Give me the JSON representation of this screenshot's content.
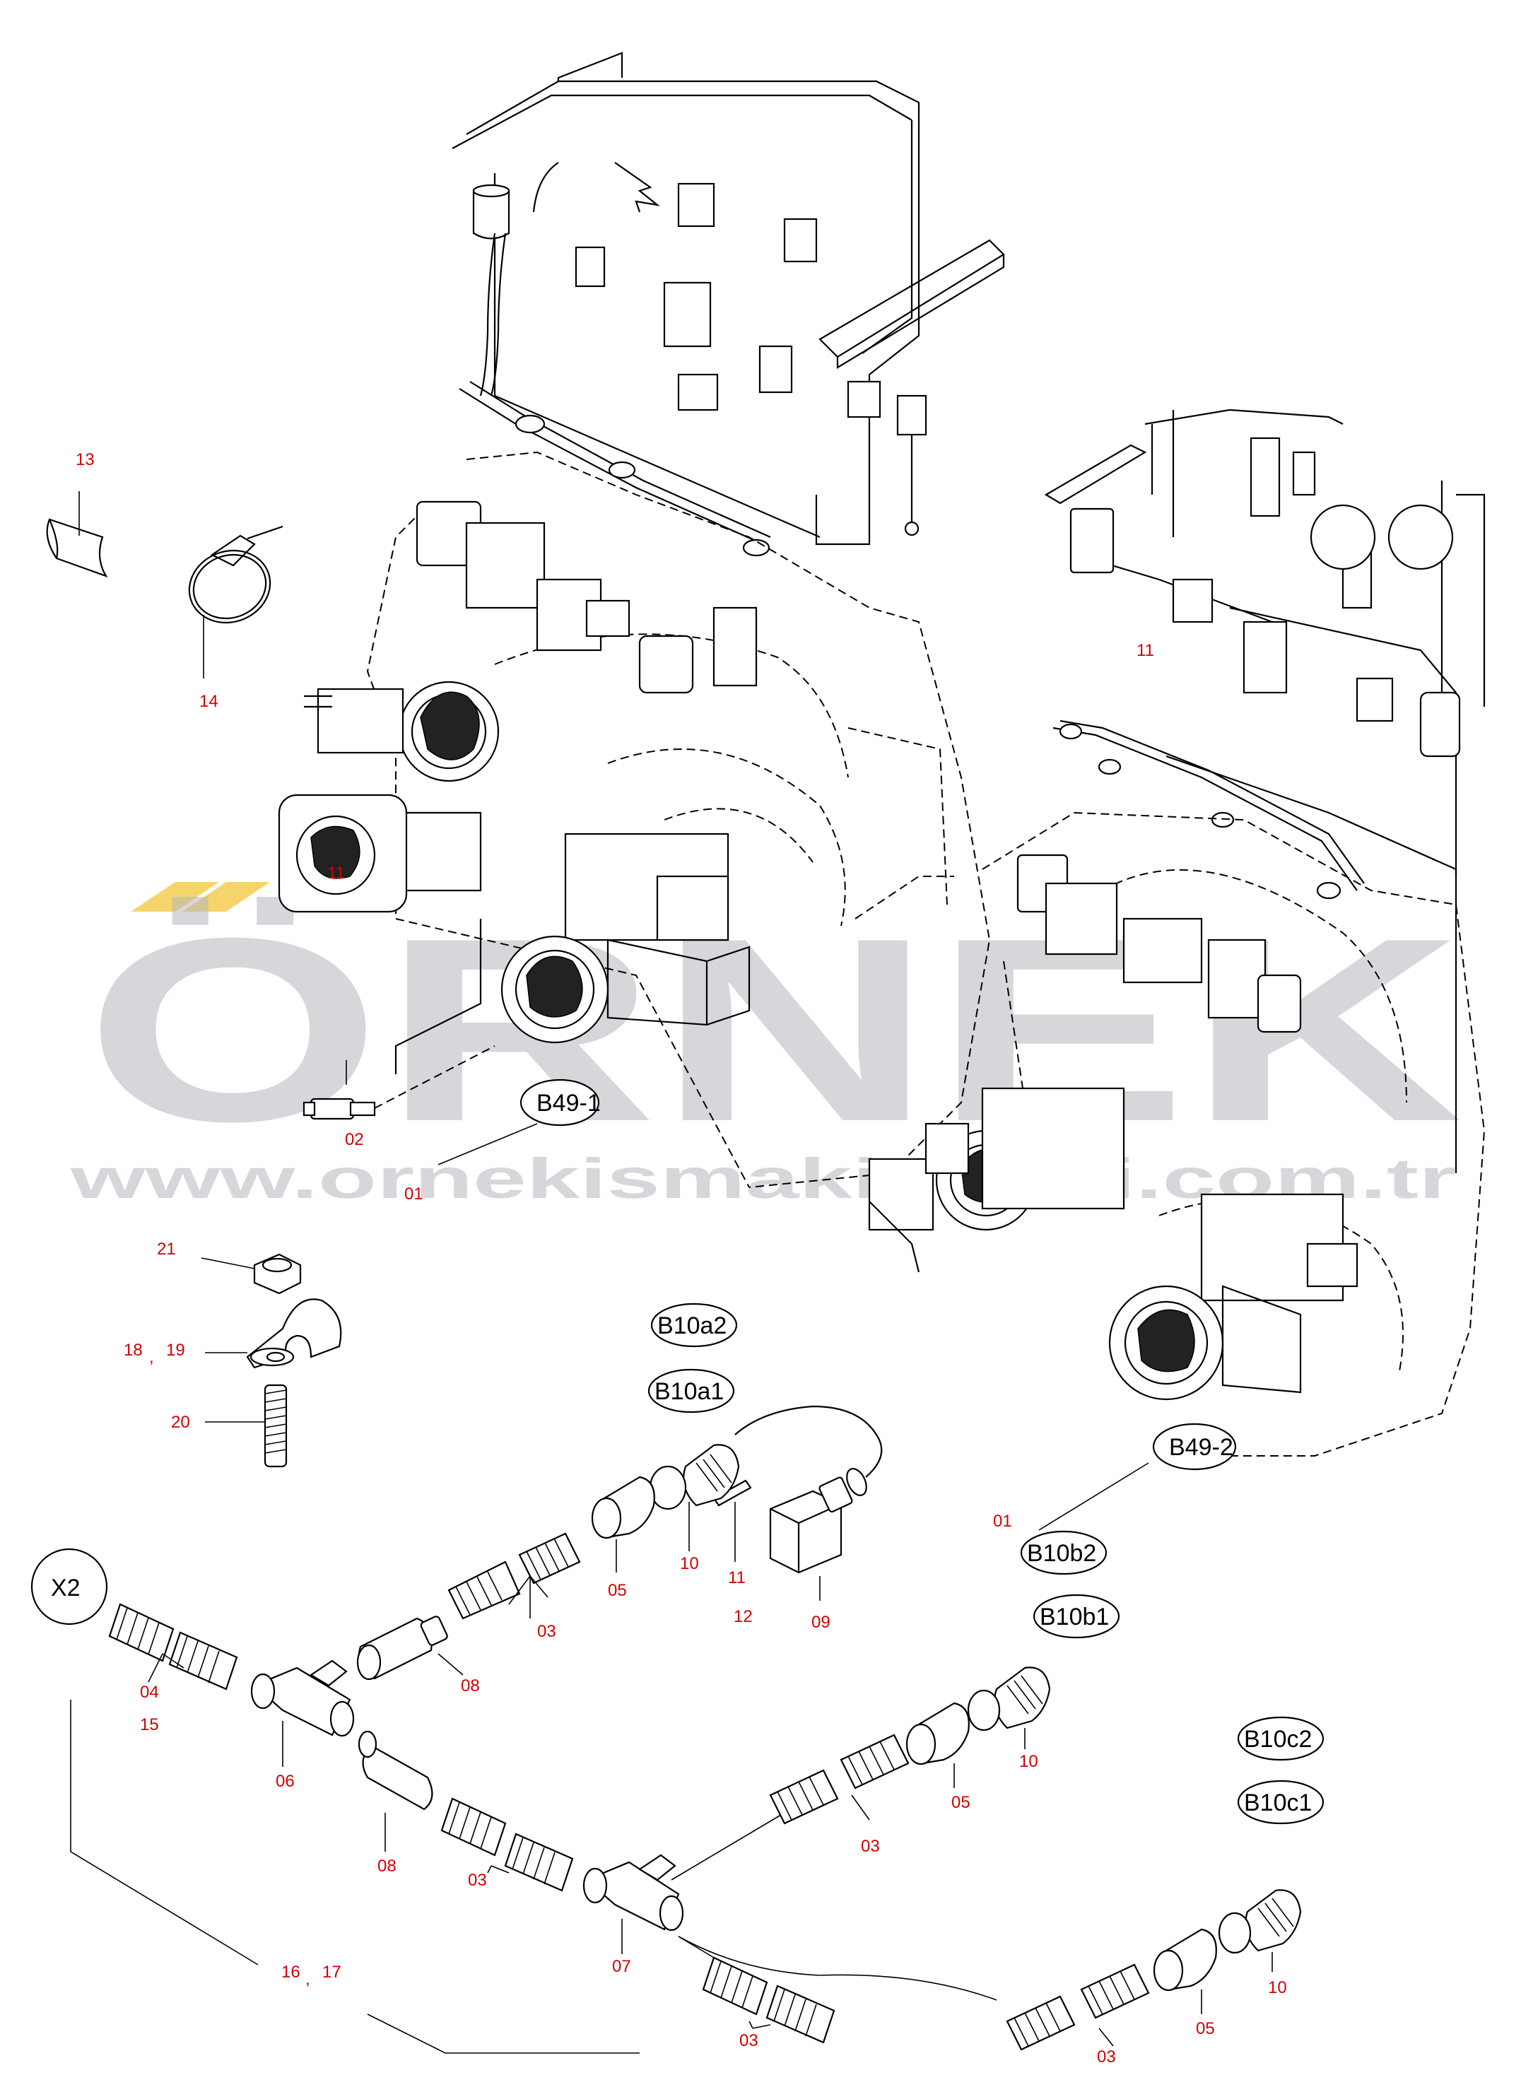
{
  "watermark": {
    "brand": "ÖRNEK",
    "url": "www.ornekismakinalari.com.tr",
    "accent_color": "#f5d56b"
  },
  "callouts": {
    "c13": "13",
    "c14": "14",
    "c11a": "11",
    "c11b": "11",
    "c02": "02",
    "c01a": "01",
    "c21": "21",
    "c18": "18",
    "c19": "19",
    "c20": "20",
    "c11c": "11",
    "c12": "12",
    "c09": "09",
    "c10a": "10",
    "c05a": "05",
    "c03a": "03",
    "c08a": "08",
    "c04": "04",
    "c15": "15",
    "c06": "06",
    "c08b": "08",
    "c03b": "03",
    "c07": "07",
    "c03c": "03",
    "c05b": "05",
    "c10b": "10",
    "c01b": "01",
    "c16": "16",
    "c17": "17",
    "c03d": "03",
    "c03e": "03",
    "c05c": "05",
    "c10c": "10",
    "comma1": ",",
    "comma2": ","
  },
  "connector_labels": {
    "b49_1": "B49-1",
    "b49_2": "B49-2",
    "b10a2": "B10a2",
    "b10a1": "B10a1",
    "b10b2": "B10b2",
    "b10b1": "B10b1",
    "b10c2": "B10c2",
    "b10c1": "B10c1",
    "x2": "X2"
  }
}
